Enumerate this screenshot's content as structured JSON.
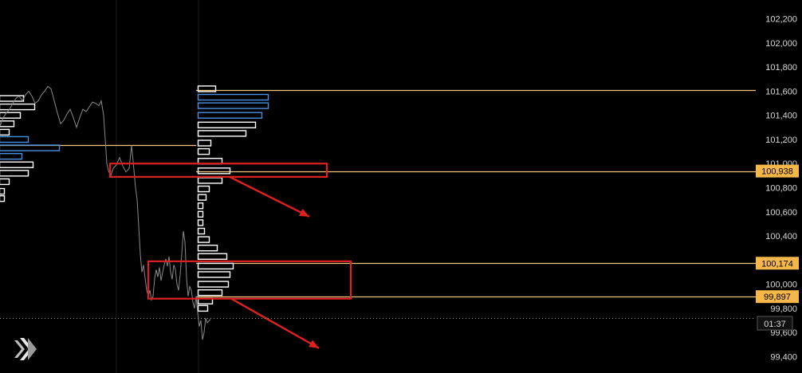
{
  "chart_data": {
    "type": "line",
    "title": "",
    "xlabel": "",
    "ylabel": "",
    "ylim": [
      99330,
      102290
    ],
    "y_ticks": [
      {
        "value": 102200,
        "label": "102,200"
      },
      {
        "value": 102000,
        "label": "102,000"
      },
      {
        "value": 101800,
        "label": "101,800"
      },
      {
        "value": 101600,
        "label": "101,600"
      },
      {
        "value": 101400,
        "label": "101,400"
      },
      {
        "value": 101200,
        "label": "101,200"
      },
      {
        "value": 101000,
        "label": "101,000"
      },
      {
        "value": 100800,
        "label": "100,800"
      },
      {
        "value": 100600,
        "label": "100,600"
      },
      {
        "value": 100400,
        "label": "100,400"
      },
      {
        "value": 100000,
        "label": "100,000"
      },
      {
        "value": 99800,
        "label": "99,800"
      },
      {
        "value": 99600,
        "label": "99,600"
      },
      {
        "value": 99400,
        "label": "99,400"
      }
    ],
    "price_series": {
      "color": "#8a8a8a",
      "points": [
        [
          0,
          101310
        ],
        [
          4,
          101380
        ],
        [
          8,
          101420
        ],
        [
          12,
          101450
        ],
        [
          16,
          101500
        ],
        [
          20,
          101540
        ],
        [
          24,
          101560
        ],
        [
          28,
          101520
        ],
        [
          32,
          101570
        ],
        [
          36,
          101600
        ],
        [
          40,
          101560
        ],
        [
          44,
          101500
        ],
        [
          48,
          101520
        ],
        [
          52,
          101570
        ],
        [
          56,
          101600
        ],
        [
          60,
          101640
        ],
        [
          64,
          101620
        ],
        [
          68,
          101520
        ],
        [
          72,
          101420
        ],
        [
          76,
          101330
        ],
        [
          80,
          101360
        ],
        [
          84,
          101410
        ],
        [
          88,
          101450
        ],
        [
          92,
          101380
        ],
        [
          96,
          101300
        ],
        [
          100,
          101380
        ],
        [
          104,
          101450
        ],
        [
          108,
          101430
        ],
        [
          112,
          101470
        ],
        [
          116,
          101510
        ],
        [
          120,
          101500
        ],
        [
          124,
          101480
        ],
        [
          127,
          101520
        ],
        [
          130,
          101400
        ],
        [
          132,
          101200
        ],
        [
          134,
          101000
        ],
        [
          136,
          100940
        ],
        [
          139,
          100900
        ],
        [
          142,
          100960
        ],
        [
          146,
          100990
        ],
        [
          150,
          101050
        ],
        [
          154,
          100980
        ],
        [
          158,
          100930
        ],
        [
          162,
          100960
        ],
        [
          165,
          101150
        ],
        [
          167,
          101020
        ],
        [
          170,
          100800
        ],
        [
          172,
          100700
        ],
        [
          174,
          100480
        ],
        [
          176,
          100250
        ],
        [
          178,
          100100
        ],
        [
          180,
          100160
        ],
        [
          182,
          100050
        ],
        [
          184,
          99950
        ],
        [
          186,
          99900
        ],
        [
          188,
          99950
        ],
        [
          190,
          99870
        ],
        [
          192,
          99900
        ],
        [
          194,
          100050
        ],
        [
          196,
          100120
        ],
        [
          198,
          100060
        ],
        [
          200,
          100140
        ],
        [
          202,
          100030
        ],
        [
          204,
          100100
        ],
        [
          206,
          100160
        ],
        [
          208,
          100210
        ],
        [
          210,
          100150
        ],
        [
          212,
          100230
        ],
        [
          214,
          100100
        ],
        [
          216,
          100040
        ],
        [
          218,
          100160
        ],
        [
          220,
          100120
        ],
        [
          222,
          100000
        ],
        [
          224,
          99950
        ],
        [
          226,
          100080
        ],
        [
          228,
          100250
        ],
        [
          230,
          100440
        ],
        [
          232,
          100350
        ],
        [
          234,
          100050
        ],
        [
          236,
          99900
        ],
        [
          238,
          99980
        ],
        [
          240,
          99950
        ],
        [
          242,
          99850
        ],
        [
          244,
          99800
        ],
        [
          246,
          99900
        ],
        [
          248,
          99760
        ],
        [
          250,
          99650
        ],
        [
          252,
          99700
        ],
        [
          254,
          99540
        ],
        [
          256,
          99600
        ],
        [
          258,
          99720
        ],
        [
          260,
          99680
        ],
        [
          264,
          99710
        ]
      ]
    },
    "volume_profile_left": [
      {
        "price": 101540,
        "length": 30,
        "color": "#ffffff"
      },
      {
        "price": 101470,
        "length": 44,
        "color": "#ffffff"
      },
      {
        "price": 101400,
        "length": 26,
        "color": "#ffffff"
      },
      {
        "price": 101330,
        "length": 18,
        "color": "#ffffff"
      },
      {
        "price": 101260,
        "length": 12,
        "color": "#ffffff"
      },
      {
        "price": 101200,
        "length": 36,
        "color": "#4a90e2"
      },
      {
        "price": 101130,
        "length": 75,
        "color": "#4a90e2"
      },
      {
        "price": 101060,
        "length": 28,
        "color": "#4a90e2"
      },
      {
        "price": 100990,
        "length": 42,
        "color": "#ffffff"
      },
      {
        "price": 100920,
        "length": 36,
        "color": "#ffffff"
      },
      {
        "price": 100850,
        "length": 12,
        "color": "#ffffff"
      },
      {
        "price": 100770,
        "length": 6,
        "color": "#ffffff"
      },
      {
        "price": 100710,
        "length": 6,
        "color": "#ffffff"
      }
    ],
    "volume_profile_right": [
      {
        "price": 101620,
        "length": 22,
        "color": "#ffffff"
      },
      {
        "price": 101550,
        "length": 88,
        "color": "#4a90e2"
      },
      {
        "price": 101480,
        "length": 88,
        "color": "#4a90e2"
      },
      {
        "price": 101400,
        "length": 80,
        "color": "#4a90e2"
      },
      {
        "price": 101320,
        "length": 72,
        "color": "#ffffff"
      },
      {
        "price": 101250,
        "length": 60,
        "color": "#ffffff"
      },
      {
        "price": 101170,
        "length": 16,
        "color": "#ffffff"
      },
      {
        "price": 101100,
        "length": 14,
        "color": "#ffffff"
      },
      {
        "price": 101020,
        "length": 30,
        "color": "#ffffff"
      },
      {
        "price": 100940,
        "length": 40,
        "color": "#ffffff"
      },
      {
        "price": 100860,
        "length": 30,
        "color": "#ffffff"
      },
      {
        "price": 100790,
        "length": 14,
        "color": "#ffffff"
      },
      {
        "price": 100720,
        "length": 10,
        "color": "#ffffff"
      },
      {
        "price": 100650,
        "length": 6,
        "color": "#ffffff"
      },
      {
        "price": 100580,
        "length": 6,
        "color": "#ffffff"
      },
      {
        "price": 100510,
        "length": 6,
        "color": "#ffffff"
      },
      {
        "price": 100440,
        "length": 8,
        "color": "#ffffff"
      },
      {
        "price": 100370,
        "length": 14,
        "color": "#ffffff"
      },
      {
        "price": 100300,
        "length": 24,
        "color": "#ffffff"
      },
      {
        "price": 100230,
        "length": 36,
        "color": "#ffffff"
      },
      {
        "price": 100150,
        "length": 44,
        "color": "#ffffff"
      },
      {
        "price": 100080,
        "length": 40,
        "color": "#ffffff"
      },
      {
        "price": 100000,
        "length": 38,
        "color": "#ffffff"
      },
      {
        "price": 99930,
        "length": 30,
        "color": "#ffffff"
      },
      {
        "price": 99860,
        "length": 18,
        "color": "#ffffff"
      },
      {
        "price": 99800,
        "length": 12,
        "color": "#ffffff"
      }
    ],
    "horizontal_levels": [
      {
        "price": 101610,
        "color": "#f5c77e",
        "x_from": 246,
        "x_to": 948,
        "label": ""
      },
      {
        "price": 101155,
        "color": "#f5c77e",
        "x_from": 0,
        "x_to": 246,
        "label": ""
      },
      {
        "price": 100938,
        "color": "#f5c77e",
        "x_from": 246,
        "x_to": 948,
        "label": "100,938"
      },
      {
        "price": 100174,
        "color": "#f5c77e",
        "x_from": 246,
        "x_to": 948,
        "label": "100,174"
      },
      {
        "price": 99897,
        "color": "#f5c77e",
        "x_from": 246,
        "x_to": 948,
        "label": "99,897"
      }
    ],
    "highlight_boxes": [
      {
        "price_top": 101000,
        "price_bottom": 100890,
        "x_from": 138,
        "x_to": 410,
        "color": "#e02020"
      },
      {
        "price_top": 100190,
        "price_bottom": 99880,
        "x_from": 186,
        "x_to": 440,
        "color": "#e02020"
      }
    ],
    "arrows": [
      {
        "from_x": 288,
        "from_price": 100890,
        "to_x": 388,
        "to_price": 100560,
        "color": "#e02020"
      },
      {
        "from_x": 290,
        "from_price": 99880,
        "to_x": 400,
        "to_price": 99470,
        "color": "#e02020"
      }
    ],
    "current_price_line": {
      "price": 99720,
      "color": "#9a9a9a"
    },
    "countdown": "01:37",
    "vertical_separators": [
      146,
      249
    ]
  }
}
